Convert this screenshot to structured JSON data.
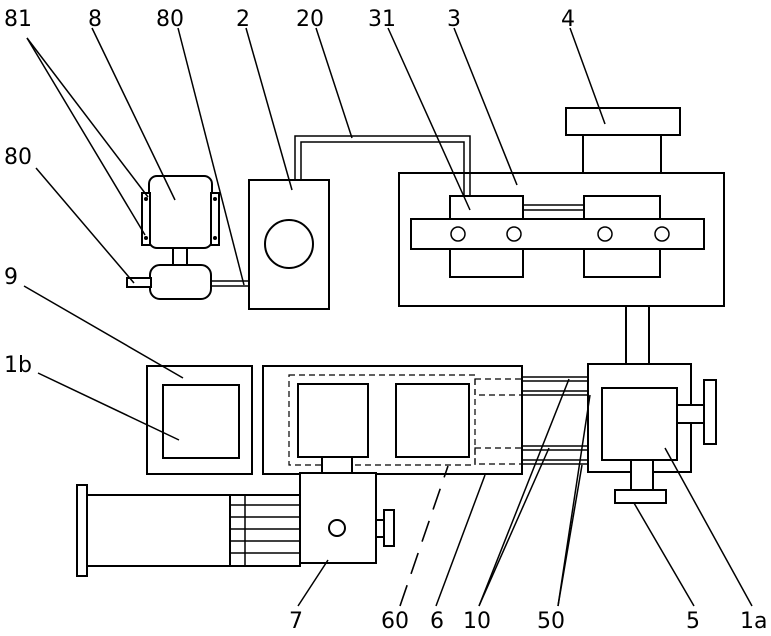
{
  "labels": {
    "l81": "81",
    "l8": "8",
    "l80_top": "80",
    "l2": "2",
    "l20": "20",
    "l31": "31",
    "l3": "3",
    "l4": "4",
    "l80_left": "80",
    "l9": "9",
    "l1b": "1b",
    "l7": "7",
    "l60": "60",
    "l6": "6",
    "l10": "10",
    "l50": "50",
    "l5": "5",
    "l1a": "1a"
  }
}
